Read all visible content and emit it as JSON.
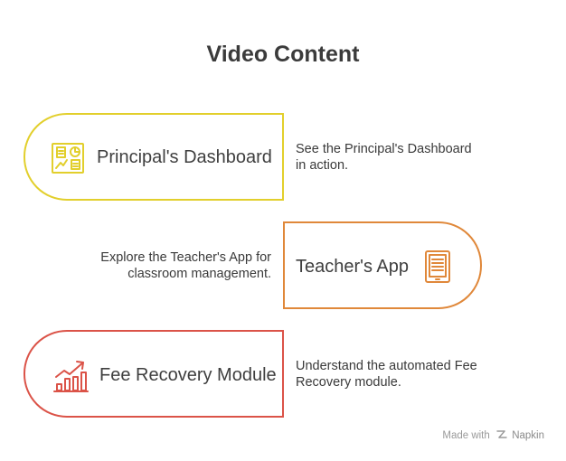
{
  "title": "Video Content",
  "items": [
    {
      "label": "Principal's Dashboard",
      "description_line1": "See the Principal's Dashboard",
      "description_line2": "in action.",
      "icon": "dashboard-icon",
      "color": "#e2cf2c"
    },
    {
      "label": "Teacher's App",
      "description_line1": "Explore the Teacher's App for",
      "description_line2": "classroom management.",
      "icon": "tablet-icon",
      "color": "#e0883a"
    },
    {
      "label": "Fee Recovery Module",
      "description_line1": "Understand the automated Fee",
      "description_line2": "Recovery module.",
      "icon": "growth-chart-icon",
      "color": "#db5348"
    }
  ],
  "footer": {
    "made_with": "Made with",
    "brand": "Napkin"
  }
}
